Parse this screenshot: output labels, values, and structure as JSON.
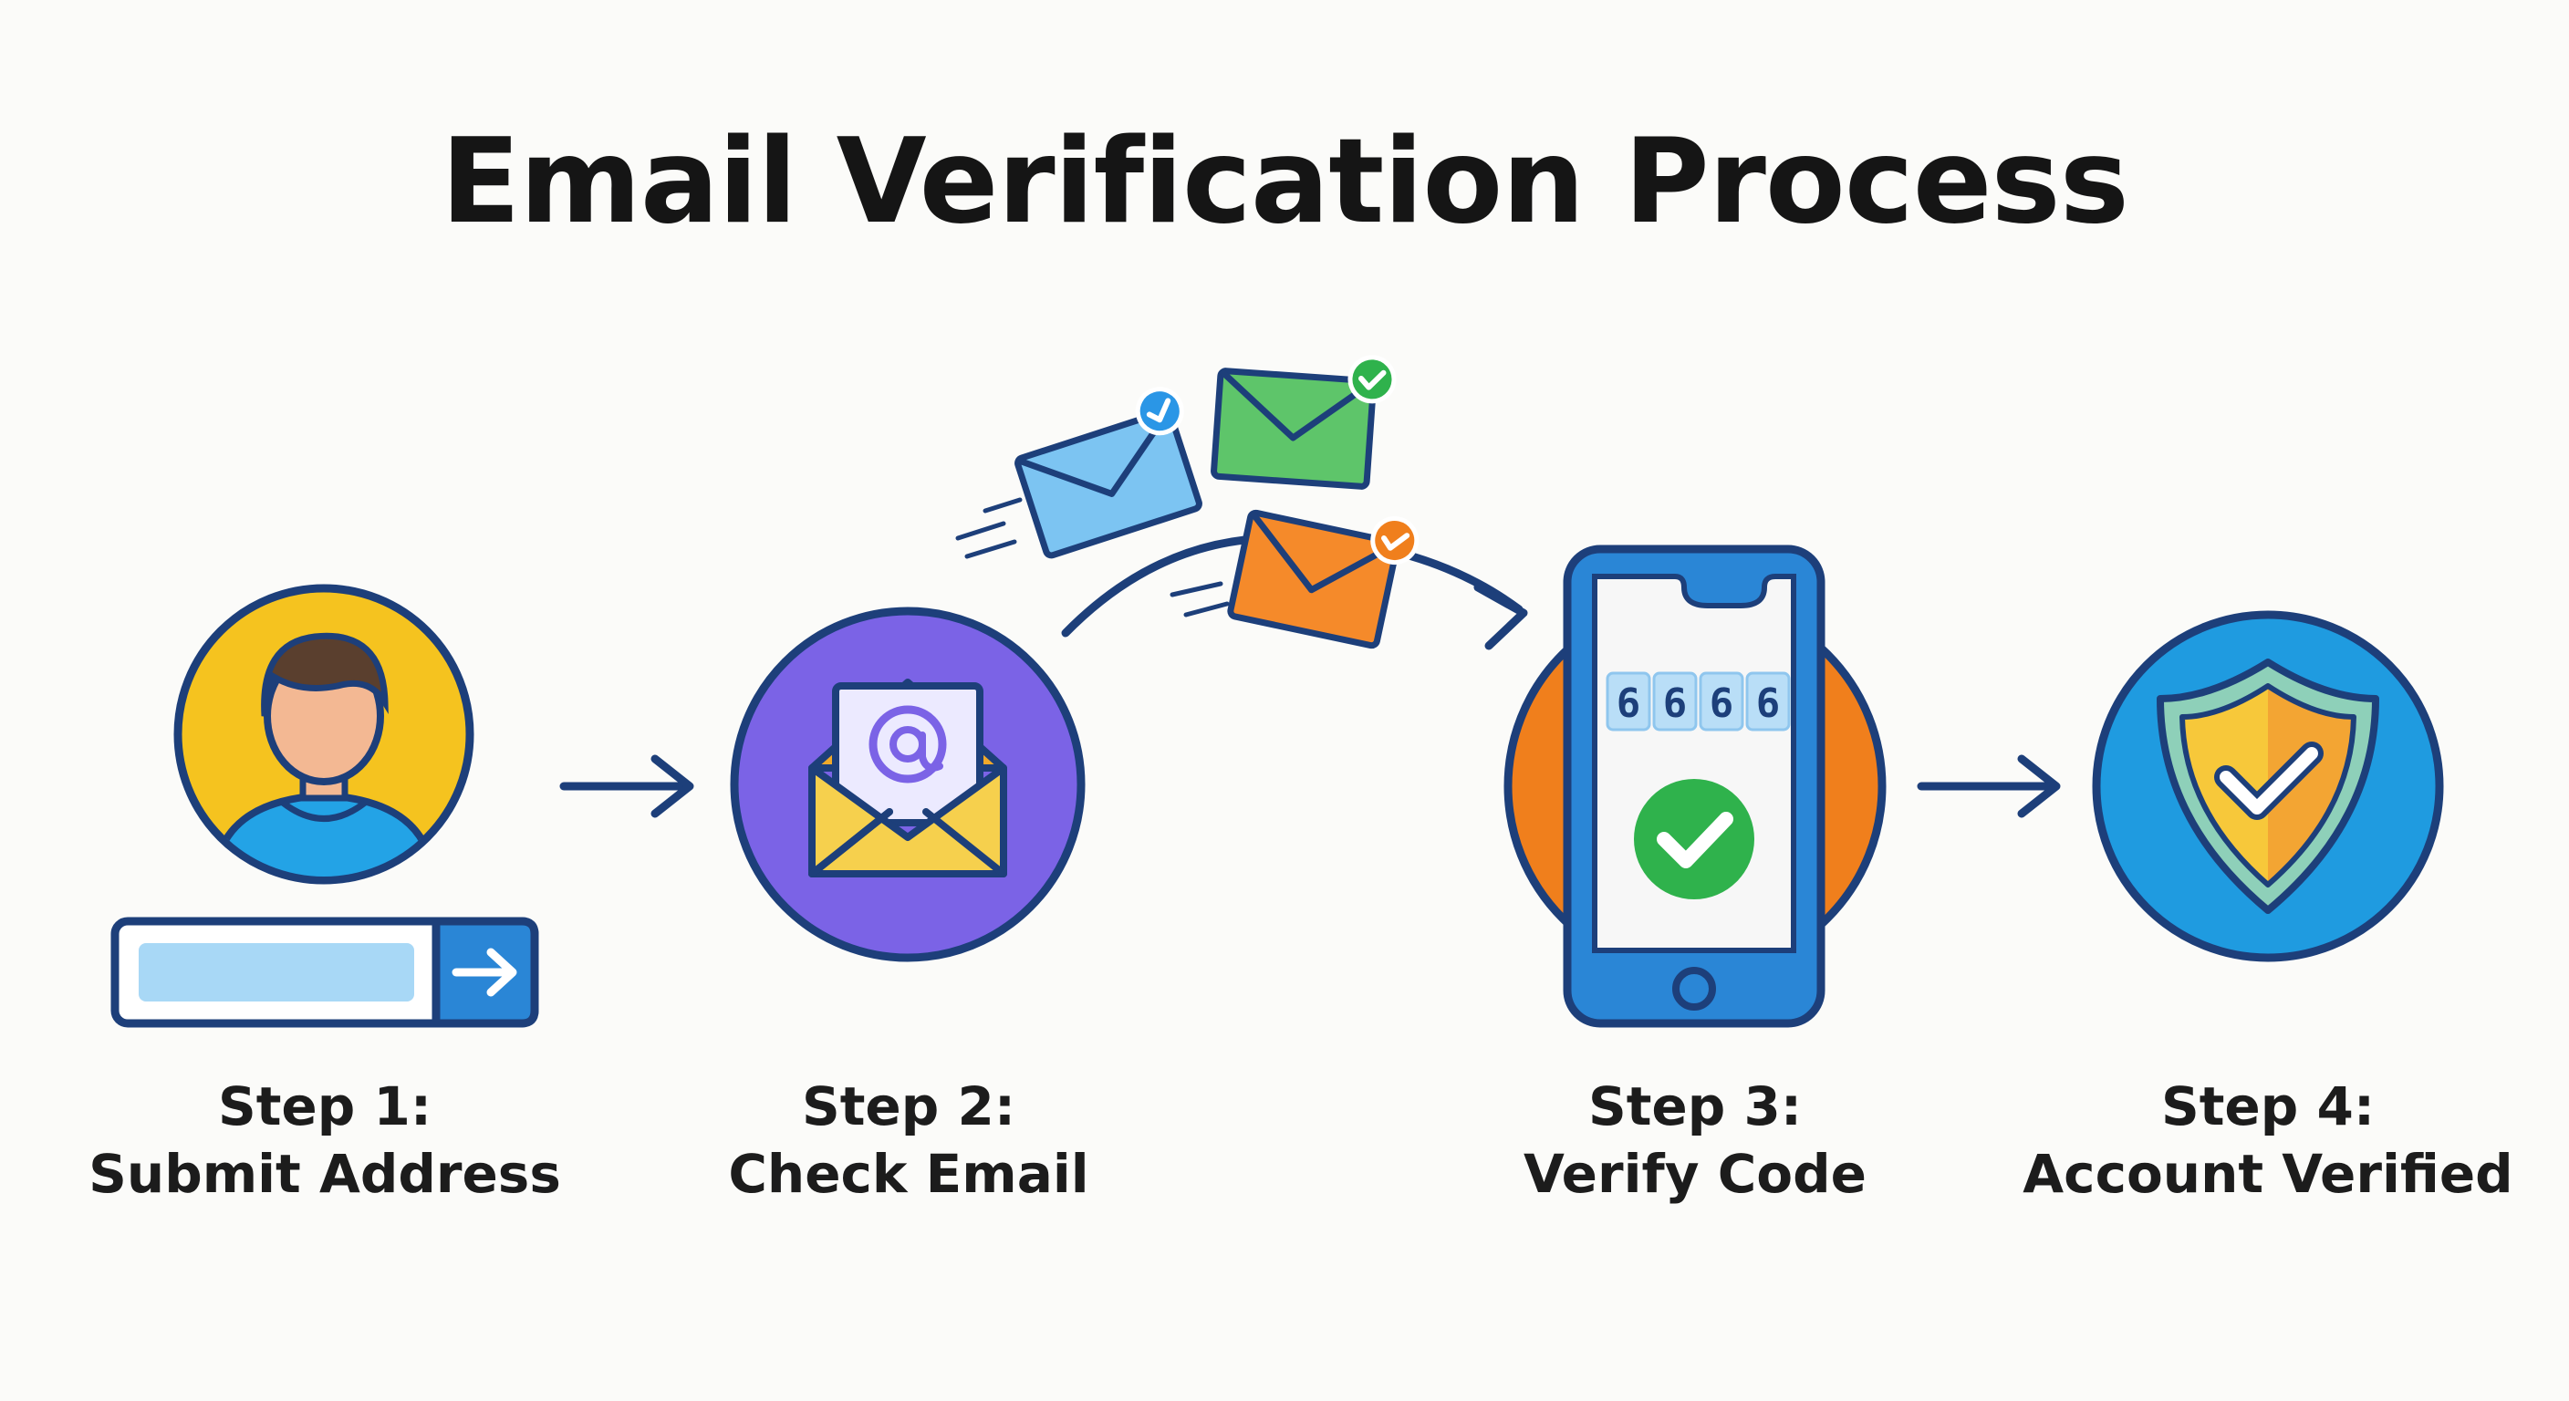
{
  "title": "Email Verification Process",
  "steps": [
    {
      "step": "Step 1:",
      "name": "Submit Address",
      "icon": "user-avatar-icon"
    },
    {
      "step": "Step 2:",
      "name": "Check Email",
      "icon": "envelope-at-icon"
    },
    {
      "step": "Step 3:",
      "name": "Verify Code",
      "icon": "smartphone-code-icon"
    },
    {
      "step": "Step 4:",
      "name": "Account Verified",
      "icon": "shield-check-icon"
    }
  ],
  "verification_code": [
    "6",
    "6",
    "6",
    "6"
  ],
  "colors": {
    "outline": "#1d3f7a",
    "yellow": "#f5c31f",
    "blue": "#1f9be0",
    "purple": "#7b63e6",
    "orange": "#f07f1c",
    "green": "#2fb24c"
  }
}
